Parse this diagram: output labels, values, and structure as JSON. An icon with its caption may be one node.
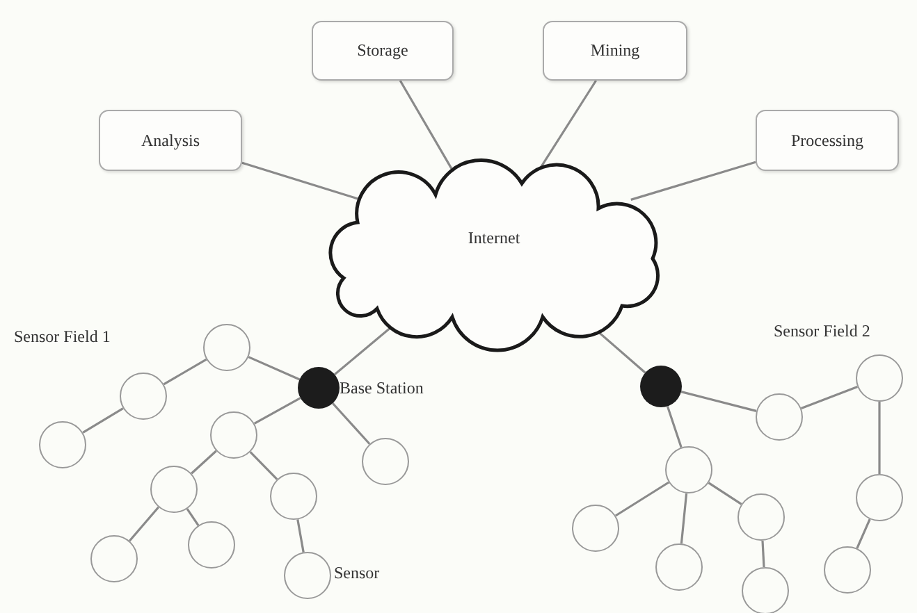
{
  "diagram": {
    "nodes": [
      {
        "text": [
          "Storage"
        ]
      },
      {
        "text": [
          "Mining"
        ]
      },
      {
        "text": [
          "Analysis"
        ]
      },
      {
        "text": [
          "Processing"
        ]
      },
      {
        "text": [
          "Internet"
        ]
      },
      {
        "text": [],
        "shape": "circle"
      },
      {
        "text": [],
        "shape": "circle"
      },
      {
        "text": [],
        "shape": "circle",
        "beside": [
          "Base Station"
        ]
      },
      {
        "text": [],
        "shape": "circle"
      },
      {
        "text": [],
        "shape": "circle"
      },
      {
        "text": [],
        "shape": "circle"
      },
      {
        "text": [],
        "shape": "circle"
      },
      {
        "text": [],
        "shape": "circle"
      },
      {
        "text": [],
        "shape": "circle"
      },
      {
        "text": [],
        "shape": "circle"
      },
      {
        "text": [],
        "shape": "circle"
      },
      {
        "text": [],
        "shape": "circle"
      },
      {
        "text": [],
        "shape": "circle"
      },
      {
        "text": [],
        "shape": "circle"
      },
      {
        "text": [],
        "shape": "circle"
      },
      {
        "text": [],
        "shape": "circle"
      },
      {
        "text": [],
        "shape": "circle"
      },
      {
        "text": [],
        "shape": "circle"
      },
      {
        "text": [],
        "shape": "circle"
      },
      {
        "text": [],
        "shape": "circle",
        "beside": [
          "Sensor"
        ]
      },
      {
        "text": [],
        "shape": "circle"
      }
    ],
    "edges": [
      {
        "from": 0,
        "to": 4,
        "arrow": "none"
      },
      {
        "from": 1,
        "to": 4,
        "arrow": "none"
      },
      {
        "from": 2,
        "to": 4,
        "arrow": "none"
      },
      {
        "from": 3,
        "to": 4,
        "arrow": "none"
      },
      {
        "from": 4,
        "to": 7,
        "arrow": "none"
      },
      {
        "from": 4,
        "to": 8,
        "arrow": "none"
      },
      {
        "from": 7,
        "to": 5,
        "arrow": "none"
      },
      {
        "from": 5,
        "to": 9,
        "arrow": "none"
      },
      {
        "from": 9,
        "to": 12,
        "arrow": "none"
      },
      {
        "from": 7,
        "to": 11,
        "arrow": "none"
      },
      {
        "from": 7,
        "to": 13,
        "arrow": "none"
      },
      {
        "from": 11,
        "to": 15,
        "arrow": "none"
      },
      {
        "from": 11,
        "to": 16,
        "arrow": "none"
      },
      {
        "from": 15,
        "to": 21,
        "arrow": "none"
      },
      {
        "from": 15,
        "to": 20,
        "arrow": "none"
      },
      {
        "from": 16,
        "to": 24,
        "arrow": "none"
      },
      {
        "from": 8,
        "to": 10,
        "arrow": "none"
      },
      {
        "from": 10,
        "to": 6,
        "arrow": "none"
      },
      {
        "from": 6,
        "to": 17,
        "arrow": "none"
      },
      {
        "from": 17,
        "to": 23,
        "arrow": "none"
      },
      {
        "from": 8,
        "to": 14,
        "arrow": "none"
      },
      {
        "from": 14,
        "to": 19,
        "arrow": "none"
      },
      {
        "from": 14,
        "to": 22,
        "arrow": "none"
      },
      {
        "from": 14,
        "to": 18,
        "arrow": "none"
      },
      {
        "from": 18,
        "to": 25,
        "arrow": "none"
      }
    ],
    "labels": [
      "Sensor Field 1",
      "Sensor Field 2"
    ]
  }
}
